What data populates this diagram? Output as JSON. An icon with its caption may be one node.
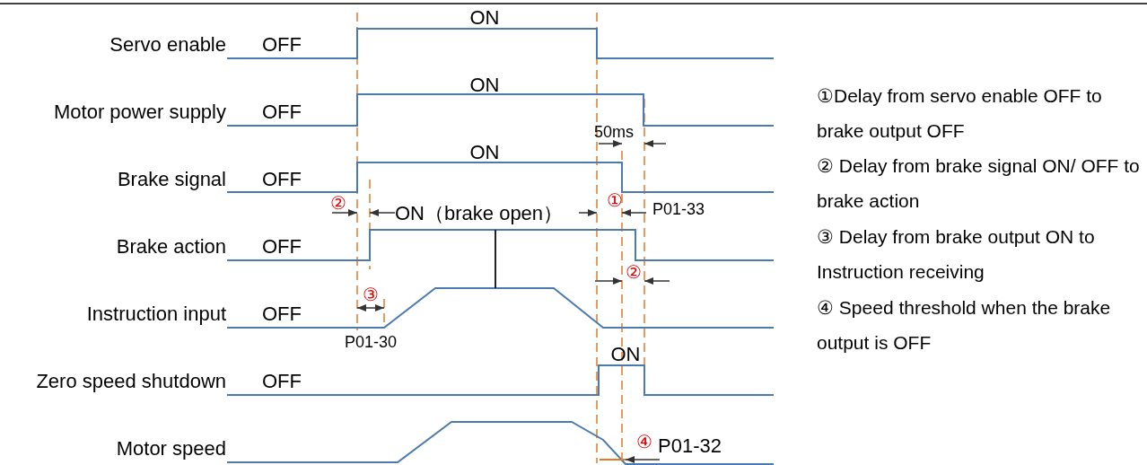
{
  "diagram": {
    "labels": [
      "ON",
      "Servo enable",
      "OFF",
      "ON",
      "Motor power supply",
      "OFF",
      "50ms",
      "ON",
      "Brake signal",
      "OFF",
      "②",
      "ON（brake open）",
      "①",
      "P01-33",
      "Brake action",
      "OFF",
      "②",
      "③",
      "Instruction input",
      "OFF",
      "P01-30",
      "ON",
      "Zero speed shutdown",
      "OFF",
      "Motor speed",
      "④",
      "P01-32",
      "①Delay from servo enable OFF to brake output OFF",
      "② Delay from brake signal ON/ OFF to brake action",
      "③ Delay from brake output ON to Instruction receiving",
      "④ Speed threshold when the brake output is OFF"
    ]
  }
}
